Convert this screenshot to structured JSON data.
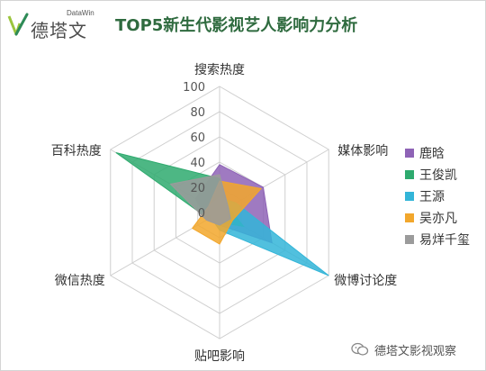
{
  "header": {
    "logo_cn": "德塔文",
    "logo_en": "DataWin",
    "title": "TOP5新生代影视艺人影响力分析"
  },
  "chart_data": {
    "type": "radar",
    "title": "TOP5新生代影视艺人影响力分析",
    "axes": [
      "搜索热度",
      "媒体影响",
      "微博讨论度",
      "贴吧影响",
      "微信热度",
      "百科热度"
    ],
    "rticks": [
      "100",
      "80",
      "60",
      "40",
      "20",
      "0"
    ],
    "rlim": [
      0,
      100
    ],
    "grid": true,
    "legend_position": "right",
    "series": [
      {
        "name": "鹿晗",
        "values": [
          38,
          40,
          48,
          10,
          12,
          22
        ],
        "color": "#8e63b6"
      },
      {
        "name": "王俊凯",
        "values": [
          27,
          8,
          22,
          8,
          10,
          95
        ],
        "color": "#2eaa6e"
      },
      {
        "name": "王源",
        "values": [
          12,
          15,
          100,
          14,
          8,
          10
        ],
        "color": "#33b5d8"
      },
      {
        "name": "吴亦凡",
        "values": [
          25,
          38,
          12,
          25,
          25,
          10
        ],
        "color": "#f2a72c"
      },
      {
        "name": "易烊千玺",
        "values": [
          30,
          8,
          10,
          10,
          12,
          45
        ],
        "color": "#9b9b9b"
      }
    ]
  },
  "watermark": {
    "text": "德塔文影视观察"
  }
}
